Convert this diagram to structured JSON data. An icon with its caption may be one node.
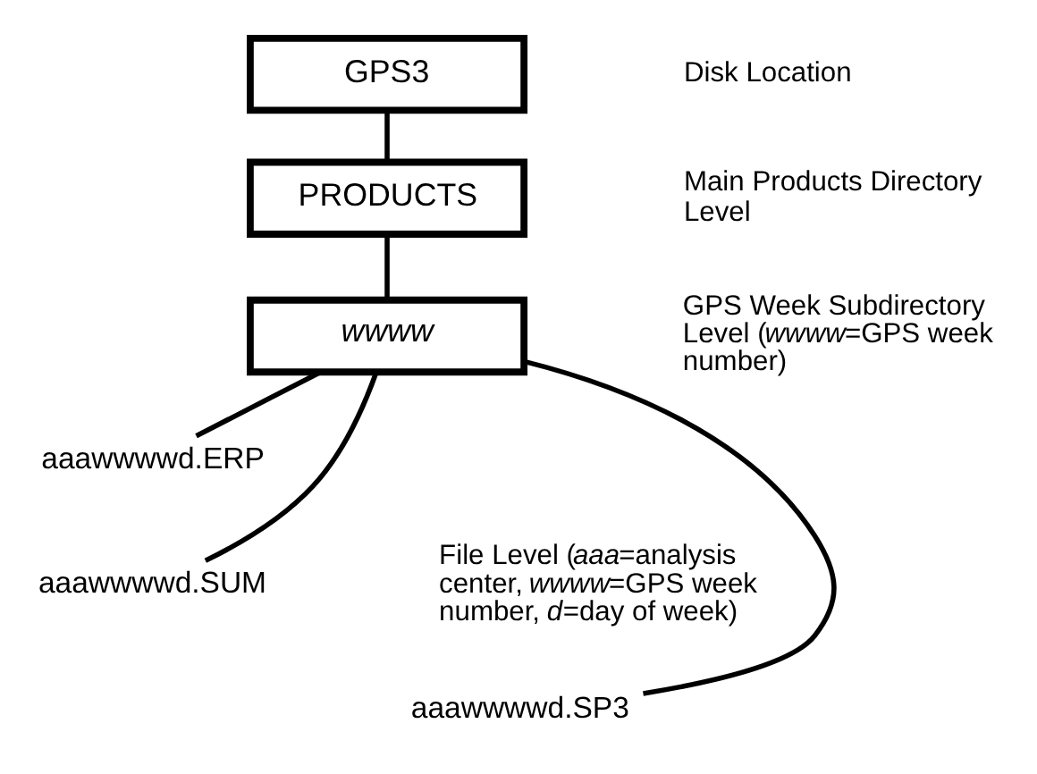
{
  "diagram": {
    "nodes": [
      {
        "text": [
          "GPS3"
        ]
      },
      {
        "text": [
          "PRODUCTS"
        ]
      },
      {
        "text": [
          "*wwww*"
        ]
      },
      {
        "text": [
          "aaawwwwd.ERP"
        ]
      },
      {
        "text": [
          "aaawwwwd.SUM"
        ]
      },
      {
        "text": [
          "aaawwwwd.SP3"
        ]
      }
    ],
    "edges": [
      {
        "from": 0,
        "to": 1,
        "arrow": "none"
      },
      {
        "from": 1,
        "to": 2,
        "arrow": "none"
      },
      {
        "from": 2,
        "to": 3,
        "arrow": "none"
      },
      {
        "from": 2,
        "to": 4,
        "arrow": "none"
      },
      {
        "from": 2,
        "to": 5,
        "arrow": "none"
      }
    ],
    "labels": [
      "Disk Location",
      "Main Products Directory Level",
      "GPS Week Subdirectory Level (*wwww*=GPS week number)",
      "File Level (*aaa*=analysis center, *wwww*=GPS week number, *d*=day of week)"
    ]
  }
}
